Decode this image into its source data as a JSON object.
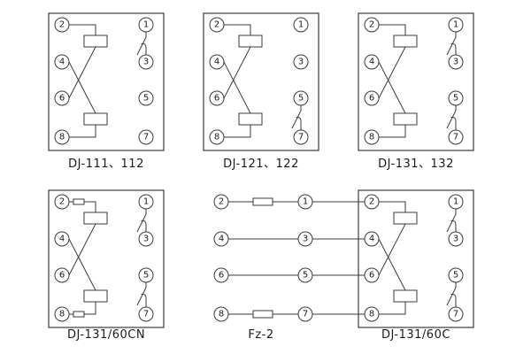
{
  "palette": {
    "line": "#3b3b3b",
    "background": "#ffffff",
    "text": "#1a1a1a"
  },
  "diagrams": [
    {
      "caption": "DJ-111、112",
      "left_terminals": [
        "2",
        "4",
        "6",
        "8"
      ],
      "right_terminals": [
        "1",
        "3",
        "5",
        "7"
      ],
      "components": {
        "coils": 2,
        "crossed_wiring": true,
        "contacts": [
          "1-3"
        ],
        "resistors": []
      }
    },
    {
      "caption": "DJ-121、122",
      "left_terminals": [
        "2",
        "4",
        "6",
        "8"
      ],
      "right_terminals": [
        "1",
        "3",
        "5",
        "7"
      ],
      "components": {
        "coils": 2,
        "crossed_wiring": true,
        "contacts": [
          "5-7"
        ],
        "resistors": []
      }
    },
    {
      "caption": "DJ-131、132",
      "left_terminals": [
        "2",
        "4",
        "6",
        "8"
      ],
      "right_terminals": [
        "1",
        "3",
        "5",
        "7"
      ],
      "components": {
        "coils": 2,
        "crossed_wiring": true,
        "contacts": [
          "1-3",
          "5-7"
        ],
        "resistors": []
      }
    },
    {
      "caption": "DJ-131/60CN",
      "left_terminals": [
        "2",
        "4",
        "6",
        "8"
      ],
      "right_terminals": [
        "1",
        "3",
        "5",
        "7"
      ],
      "components": {
        "coils": 2,
        "crossed_wiring": true,
        "contacts": [
          "1-3",
          "5-7"
        ],
        "resistors": [
          "after-2",
          "after-8"
        ]
      }
    },
    {
      "caption": "Fz-2",
      "left_terminals": [
        "2",
        "4",
        "6",
        "8"
      ],
      "right_terminals": [
        "1",
        "3",
        "5",
        "7"
      ],
      "components": {
        "links": [
          "2-1",
          "4-3",
          "6-5",
          "8-7"
        ],
        "resistors": [
          "2-1",
          "8-7"
        ],
        "outputs_connected_to": "DJ-131/60C"
      }
    },
    {
      "caption": "DJ-131/60C",
      "left_terminals": [
        "2",
        "4",
        "6",
        "8"
      ],
      "right_terminals": [
        "1",
        "3",
        "5",
        "7"
      ],
      "components": {
        "coils": 2,
        "crossed_wiring": true,
        "contacts": [
          "1-3",
          "5-7"
        ],
        "resistors": []
      }
    }
  ]
}
